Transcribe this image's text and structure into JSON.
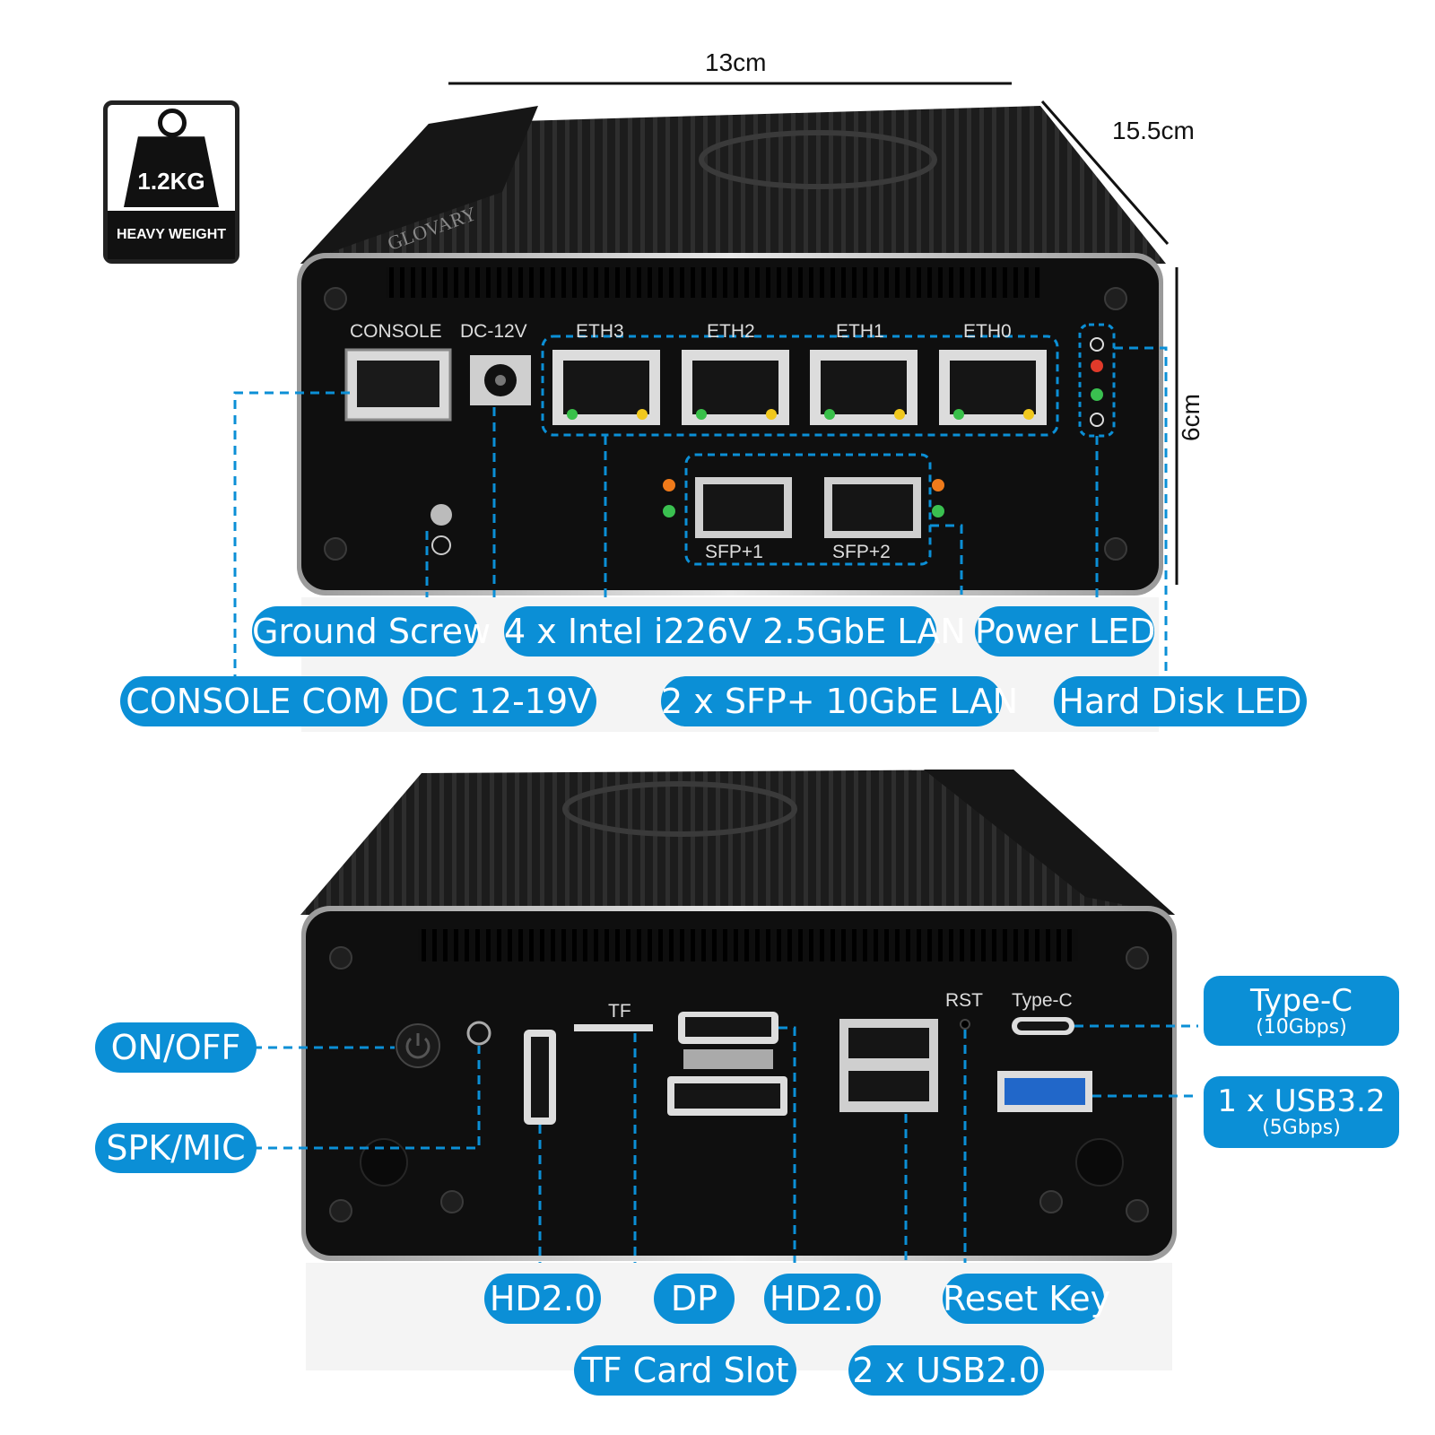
{
  "badge": {
    "weight": "1.2KG",
    "caption": "HEAVY WEIGHT"
  },
  "dimensions": {
    "width": "13cm",
    "depth": "15.5cm",
    "height": "6cm"
  },
  "brand": "GLOVARY",
  "front_panel": {
    "console": "CONSOLE",
    "dc": "DC-12V",
    "eth": [
      "ETH3",
      "ETH2",
      "ETH1",
      "ETH0"
    ],
    "sfp": [
      "SFP+1",
      "SFP+2"
    ]
  },
  "front_callouts": {
    "ground_screw": "Ground Screw",
    "intel_lan": "4 x Intel i226V 2.5GbE LAN",
    "power_led": "Power LED",
    "console_com": "CONSOLE COM",
    "dc_input": "DC 12-19V",
    "sfp_lan": "2 x SFP+ 10GbE LAN",
    "hdd_led": "Hard Disk LED"
  },
  "rear_panel": {
    "tf": "TF",
    "rst": "RST",
    "type_c": "Type-C"
  },
  "rear_callouts": {
    "on_off": "ON/OFF",
    "spk_mic": "SPK/MIC",
    "type_c_title": "Type-C",
    "type_c_speed": "(10Gbps)",
    "usb32_title": "1 x USB3.2",
    "usb32_speed": "(5Gbps)",
    "hd1": "HD2.0",
    "dp": "DP",
    "hd2": "HD2.0",
    "reset": "Reset Key",
    "tf_slot": "TF Card Slot",
    "usb20": "2 x USB2.0"
  },
  "colors": {
    "callout": "#0b8fd6",
    "chassis": "#141414",
    "panel": "#0e0e0e"
  }
}
